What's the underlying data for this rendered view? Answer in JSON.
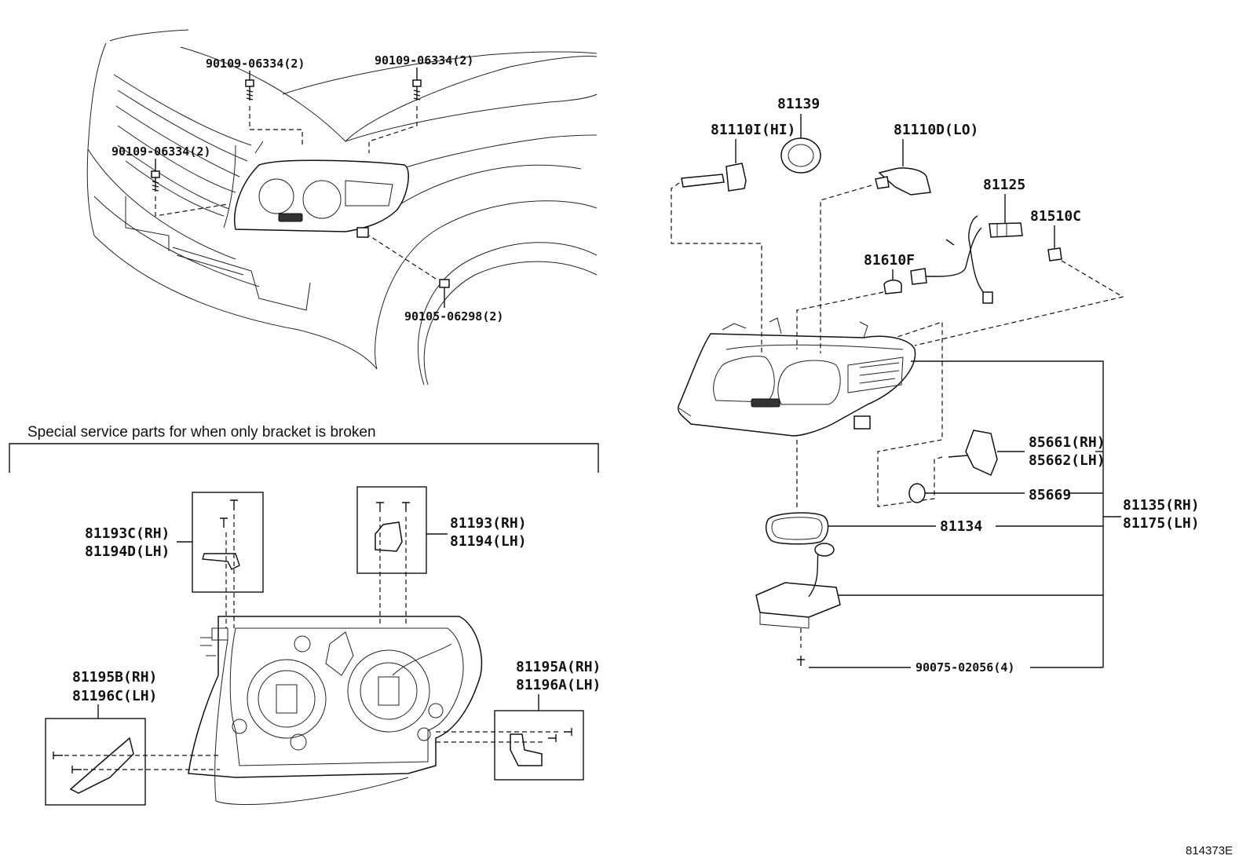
{
  "labels": {
    "bolt_a": "90109-06334(2)",
    "bolt_b": "90109-06334(2)",
    "bolt_c": "90109-06334(2)",
    "bolt_d": "90105-06298(2)",
    "note": "Special service parts for when only bracket is broken",
    "p81139": "81139",
    "p81110i": "81110I(HI)",
    "p81110d": "81110D(LO)",
    "p81125": "81125",
    "p81510c": "81510C",
    "p81610f": "81610F",
    "p85661": "85661(RH)",
    "p85662": "85662(LH)",
    "p85669": "85669",
    "p81134": "81134",
    "p81135": "81135(RH)",
    "p81175": "81175(LH)",
    "p90075": "90075-02056(4)",
    "p81193c": "81193C(RH)",
    "p81194d": "81194D(LH)",
    "p81193": "81193(RH)",
    "p81194": "81194(LH)",
    "p81195b": "81195B(RH)",
    "p81196c": "81196C(LH)",
    "p81195a": "81195A(RH)",
    "p81196a": "81196A(LH)",
    "ref": "814373E"
  }
}
